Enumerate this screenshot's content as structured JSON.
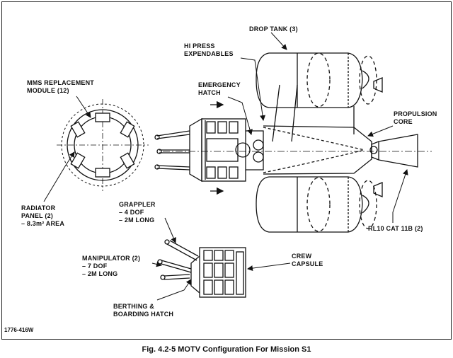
{
  "figure": {
    "caption": "Fig. 4.2-5  MOTV Configuration For Mission S1",
    "id": "1776-416W"
  },
  "labels": {
    "drop_tank": "DROP TANK (3)",
    "hi_press": [
      "HI PRESS",
      "EXPENDABLES"
    ],
    "mms": [
      "MMS REPLACEMENT",
      "MODULE (12)"
    ],
    "emergency_hatch": [
      "EMERGENCY",
      "HATCH"
    ],
    "propulsion_core": [
      "PROPULSION",
      "CORE"
    ],
    "radiator": [
      "RADIATOR",
      "PANEL (2)",
      "– 8.3m² AREA"
    ],
    "grappler": [
      "GRAPPLER",
      "– 4 DOF",
      "– 2M LONG"
    ],
    "manipulator": [
      "MANIPULATOR (2)",
      "– 7 DOF",
      "– 2M LONG"
    ],
    "crew_capsule": [
      "CREW",
      "CAPSULE"
    ],
    "berthing": [
      "BERTHING &",
      "BOARDING HATCH"
    ],
    "rl10": "RL10 CAT 11B (2)"
  }
}
